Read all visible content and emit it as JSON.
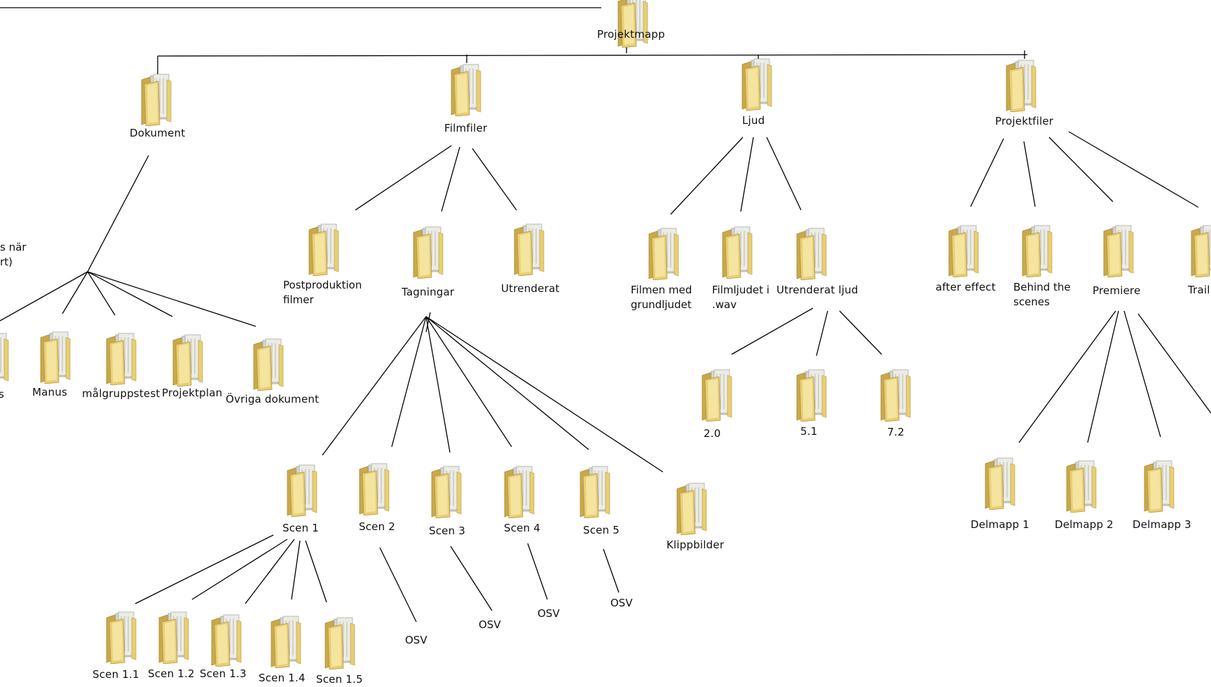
{
  "diagram": {
    "root": {
      "label": "Projektmapp"
    },
    "branches": [
      {
        "label": "Dokument",
        "children": [
          "s",
          "Manus",
          "målgruppstest",
          "Projektplan",
          "Övriga dokument"
        ]
      },
      {
        "label": "Filmfiler",
        "children": [
          "Postproduktion filmer",
          "Tagningar",
          "Utrenderat"
        ]
      },
      {
        "label": "Ljud",
        "children": [
          "Filmen med grundljudet",
          "Filmljudet i .wav",
          "Utrenderat ljud"
        ]
      },
      {
        "label": "Projektfiler",
        "children": [
          "after effect",
          "Behind the scenes",
          "Premiere",
          "Trail"
        ]
      }
    ],
    "tagningar_children": [
      "Scen 1",
      "Scen 2",
      "Scen 3",
      "Scen 4",
      "Scen 5",
      "Klippbilder"
    ],
    "scen1_children": [
      "Scen 1.1",
      "Scen 1.2",
      "Scen 1.3",
      "Scen 1.4",
      "Scen 1.5"
    ],
    "osv_label": "OSV",
    "utrenderat_ljud_children": [
      "2.0",
      "5.1",
      "7.2"
    ],
    "premiere_children": [
      "Delmapp 1",
      "Delmapp 2",
      "Delmapp 3"
    ],
    "left_cut_text": "s när\nrt)"
  },
  "colors": {
    "folder_light": "#f6e6a4",
    "folder_mid": "#e8cf73",
    "folder_dark": "#c9a94a",
    "paper": "#d8d8d2",
    "line": "#000000"
  }
}
